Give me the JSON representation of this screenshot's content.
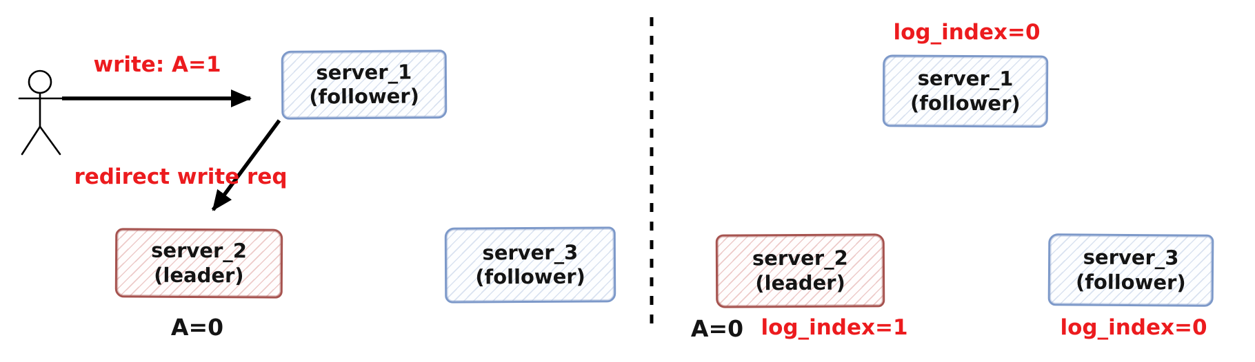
{
  "diagram_title": "leader-follower write redirect diagram",
  "colors": {
    "red_text": "#ec1b1e",
    "black_text": "#141414",
    "blue_box_border": "#7d99c9",
    "red_box_border": "#a6534f",
    "arrow": "#000000",
    "background": "#ffffff"
  },
  "left": {
    "actor": "client stick figure",
    "write_label": "write: A=1",
    "redirect_label": "redirect write req",
    "server1": {
      "name": "server_1",
      "role": "(follower)"
    },
    "server2": {
      "name": "server_2",
      "role": "(leader)",
      "value": "A=0"
    },
    "server3": {
      "name": "server_3",
      "role": "(follower)"
    }
  },
  "right": {
    "server1": {
      "name": "server_1",
      "role": "(follower)",
      "log_index": "log_index=0"
    },
    "server2": {
      "name": "server_2",
      "role": "(leader)",
      "value": "A=0",
      "log_index": "log_index=1"
    },
    "server3": {
      "name": "server_3",
      "role": "(follower)",
      "log_index": "log_index=0"
    }
  }
}
